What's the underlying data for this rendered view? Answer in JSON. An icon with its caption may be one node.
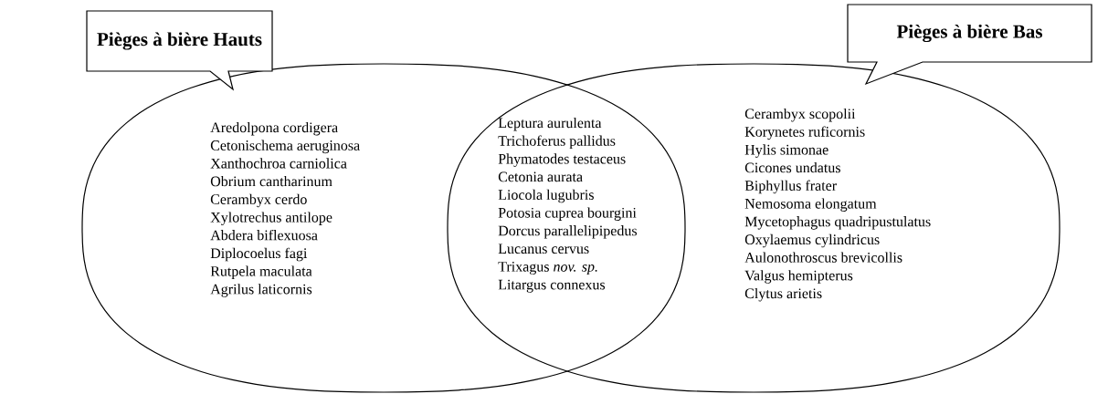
{
  "diagram": {
    "nodes": [
      {
        "text": [
          "Pièges à bière Hauts"
        ]
      },
      {
        "text": [
          "Pièges à bière Bas"
        ]
      },
      {
        "text": [],
        "shape": "ellipse"
      },
      {
        "text": [],
        "shape": "ellipse"
      }
    ],
    "labels": [
      "Aredolpona cordigera",
      "Cetonischema aeruginosa",
      "Xanthochroa carniolica",
      "Obrium cantharinum",
      "Cerambyx cerdo",
      "Xylotrechus antilope",
      "Abdera biflexuosa",
      "Diplocoelus fagi",
      "Rutpela maculata",
      "Agrilus laticornis",
      "Leptura aurulenta",
      "Trichoferus pallidus",
      "Phymatodes testaceus",
      "Cetonia aurata",
      "Liocola lugubris",
      "Potosia cuprea bourgini",
      "Dorcus parallelipipedus",
      "Lucanus cervus",
      "Trixagus *nov. sp.*",
      "Litargus connexus",
      "Cerambyx scopolii",
      "Korynetes ruficornis",
      "Hylis simonae",
      "Cicones undatus",
      "Biphyllus frater",
      "Nemosoma elongatum",
      "Mycetophagus quadripustulatus",
      "Oxylaemus cylindricus",
      "Aulonothroscus brevicollis",
      "Valgus hemipterus",
      "Clytus arietis"
    ]
  }
}
